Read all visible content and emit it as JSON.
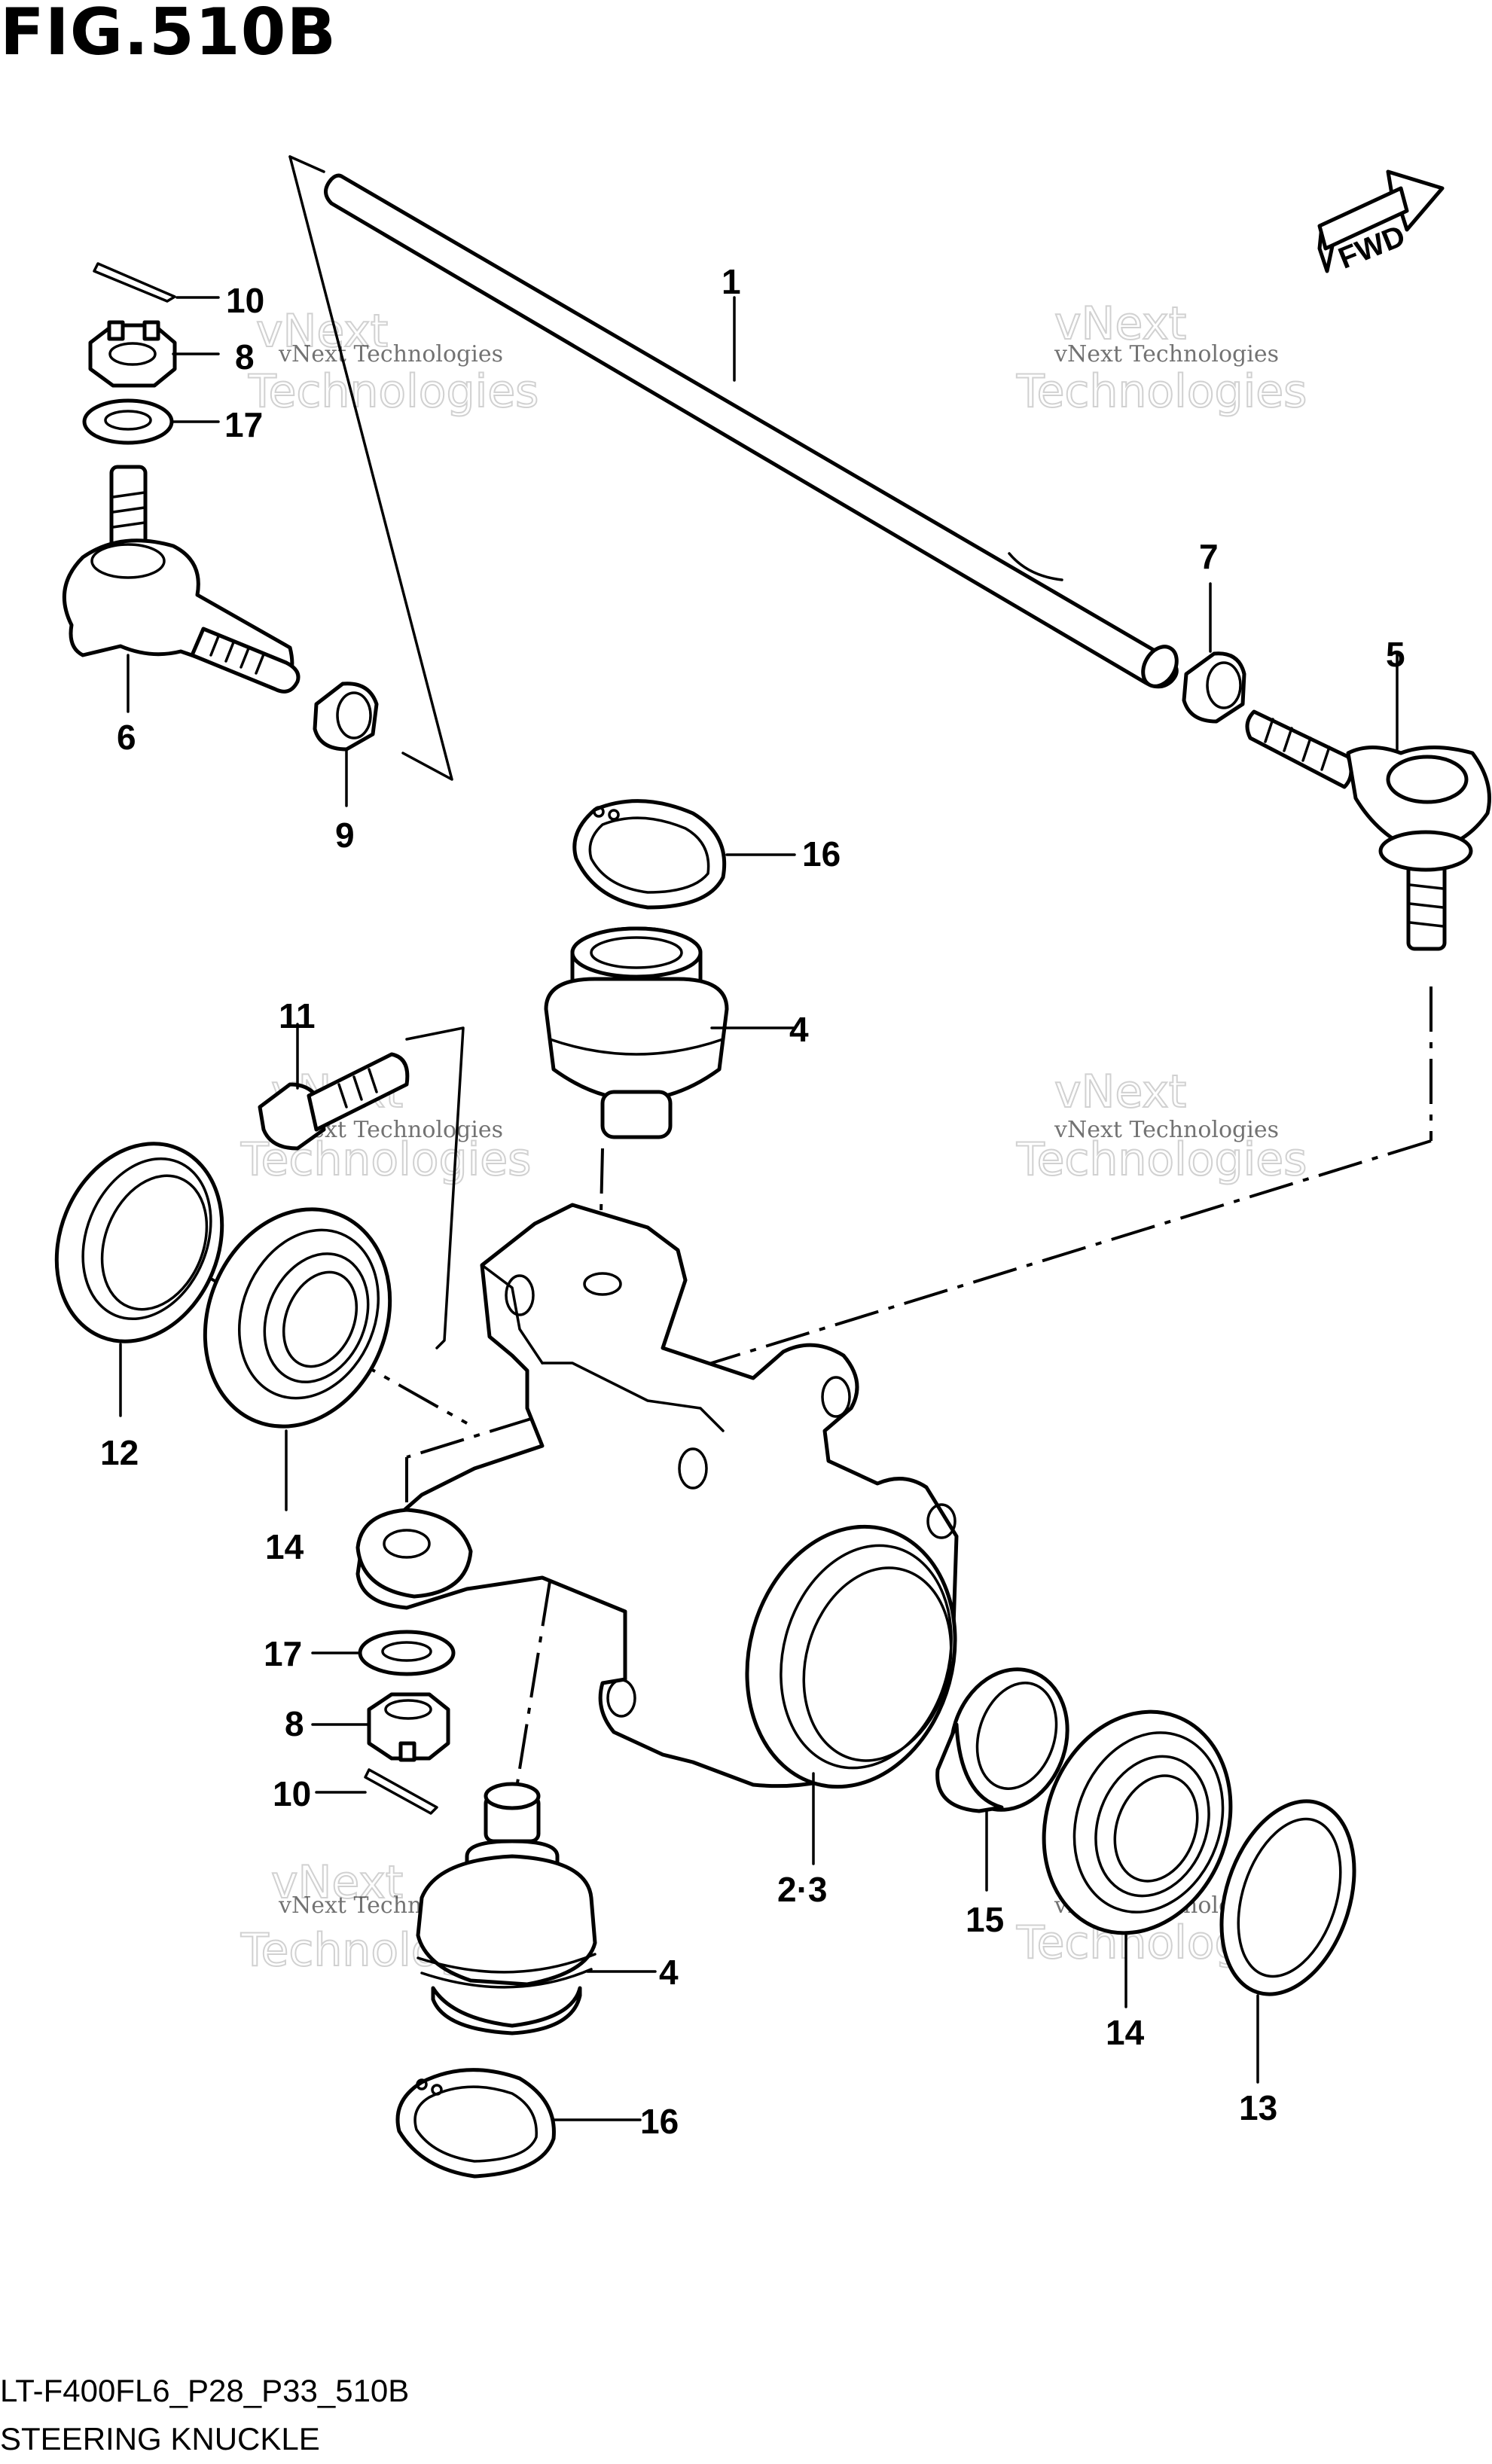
{
  "figure": {
    "title": "FIG.510B",
    "model_code": "LT-F400FL6_P28_P33_510B",
    "name": "STEERING KNUCKLE",
    "fwd_label": "FWD"
  },
  "watermark": {
    "small": "vNext Technologies",
    "big_line1": "vNext",
    "big_line2": "Technologies"
  },
  "callouts": [
    {
      "id": "c1",
      "label": "1"
    },
    {
      "id": "c10a",
      "label": "10"
    },
    {
      "id": "c8a",
      "label": "8"
    },
    {
      "id": "c17a",
      "label": "17"
    },
    {
      "id": "c6",
      "label": "6"
    },
    {
      "id": "c9",
      "label": "9"
    },
    {
      "id": "c7",
      "label": "7"
    },
    {
      "id": "c5",
      "label": "5"
    },
    {
      "id": "c16a",
      "label": "16"
    },
    {
      "id": "c4a",
      "label": "4"
    },
    {
      "id": "c11",
      "label": "11"
    },
    {
      "id": "c12",
      "label": "12"
    },
    {
      "id": "c14a",
      "label": "14"
    },
    {
      "id": "c17b",
      "label": "17"
    },
    {
      "id": "c8b",
      "label": "8"
    },
    {
      "id": "c10b",
      "label": "10"
    },
    {
      "id": "c23",
      "label": "2·3"
    },
    {
      "id": "c15",
      "label": "15"
    },
    {
      "id": "c4b",
      "label": "4"
    },
    {
      "id": "c14b",
      "label": "14"
    },
    {
      "id": "c13",
      "label": "13"
    },
    {
      "id": "c16b",
      "label": "16"
    }
  ]
}
